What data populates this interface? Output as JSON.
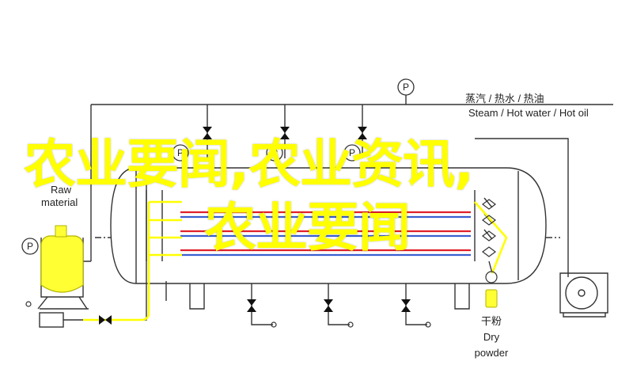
{
  "diagram": {
    "labels": {
      "steam_cn": "蒸汽 / 热水 / 热油",
      "steam_en": "Steam / Hot water / Hot oil",
      "raw_en_1": "Raw",
      "raw_en_2": "material",
      "powder_cn": "干粉",
      "powder_en_1": "Dry",
      "powder_en_2": "powder",
      "gauge_letter": "P"
    },
    "colors": {
      "line": "#333333",
      "tube_red": "#e0202a",
      "tube_blue": "#3b5fd0",
      "highlight": "#ffff00",
      "vessel_fill": "#ffff33"
    }
  },
  "overlay": {
    "line1": "农业要闻,农业资讯,",
    "line2": "农业要闻"
  }
}
